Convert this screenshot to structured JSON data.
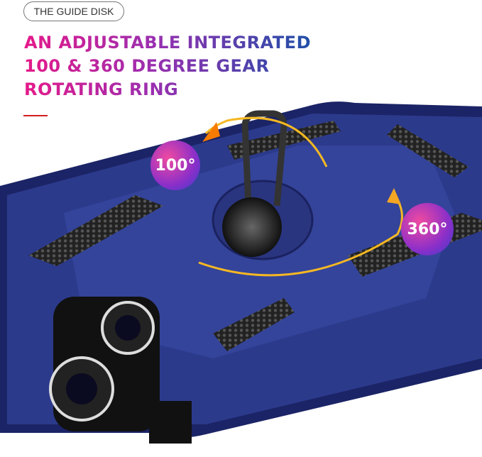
{
  "tag": "THE GUIDE DISK",
  "title_lines": [
    "AN ADJUSTABLE INTEGRATED",
    "100 & 360 DEGREE GEAR",
    "ROTATING RING"
  ],
  "badges": {
    "left": "100°",
    "right": "360°"
  },
  "colors": {
    "case": "#2c3a8c",
    "accent_pink": "#e5198a",
    "accent_blue": "#1f4fa8",
    "arrow": "#f5a623",
    "red_line": "#d31c1c"
  }
}
